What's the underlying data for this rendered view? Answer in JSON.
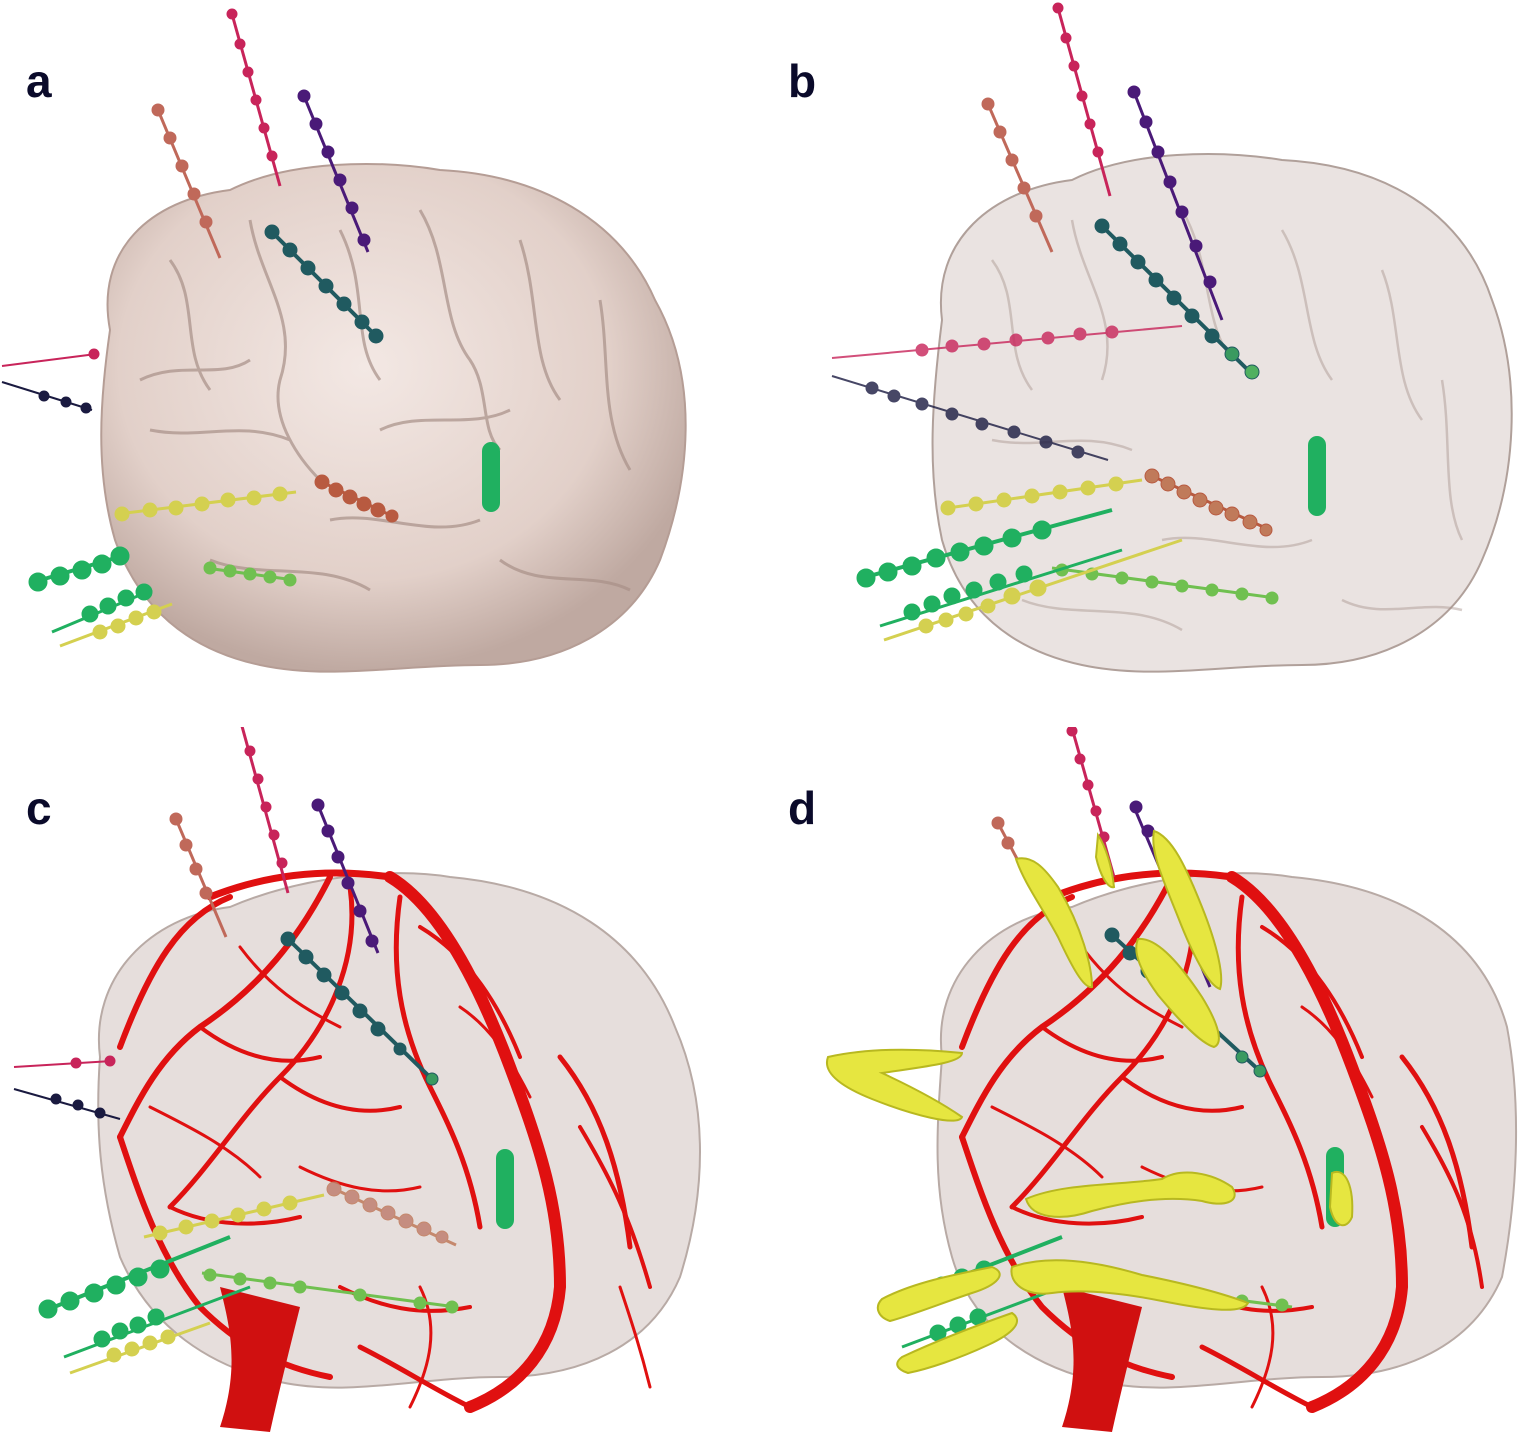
{
  "panels": [
    {
      "label": "a"
    },
    {
      "label": "b"
    },
    {
      "label": "c"
    },
    {
      "label": "d"
    }
  ],
  "colors": {
    "brain_opaque": "#e6d6d0",
    "brain_shadow": "#b9a49c",
    "brain_transparent": "#d9ccc8",
    "vessels": "#e01010",
    "lesion": "#e6e640",
    "electrode_magenta": "#c8245a",
    "electrode_salmon": "#c0695a",
    "electrode_purple": "#4a1a78",
    "electrode_teal": "#205a60",
    "electrode_navy": "#1a1a40",
    "electrode_yellow": "#d4d050",
    "electrode_green": "#20b060",
    "electrode_lightgreen": "#70c050",
    "electrode_rust": "#b85a40"
  }
}
